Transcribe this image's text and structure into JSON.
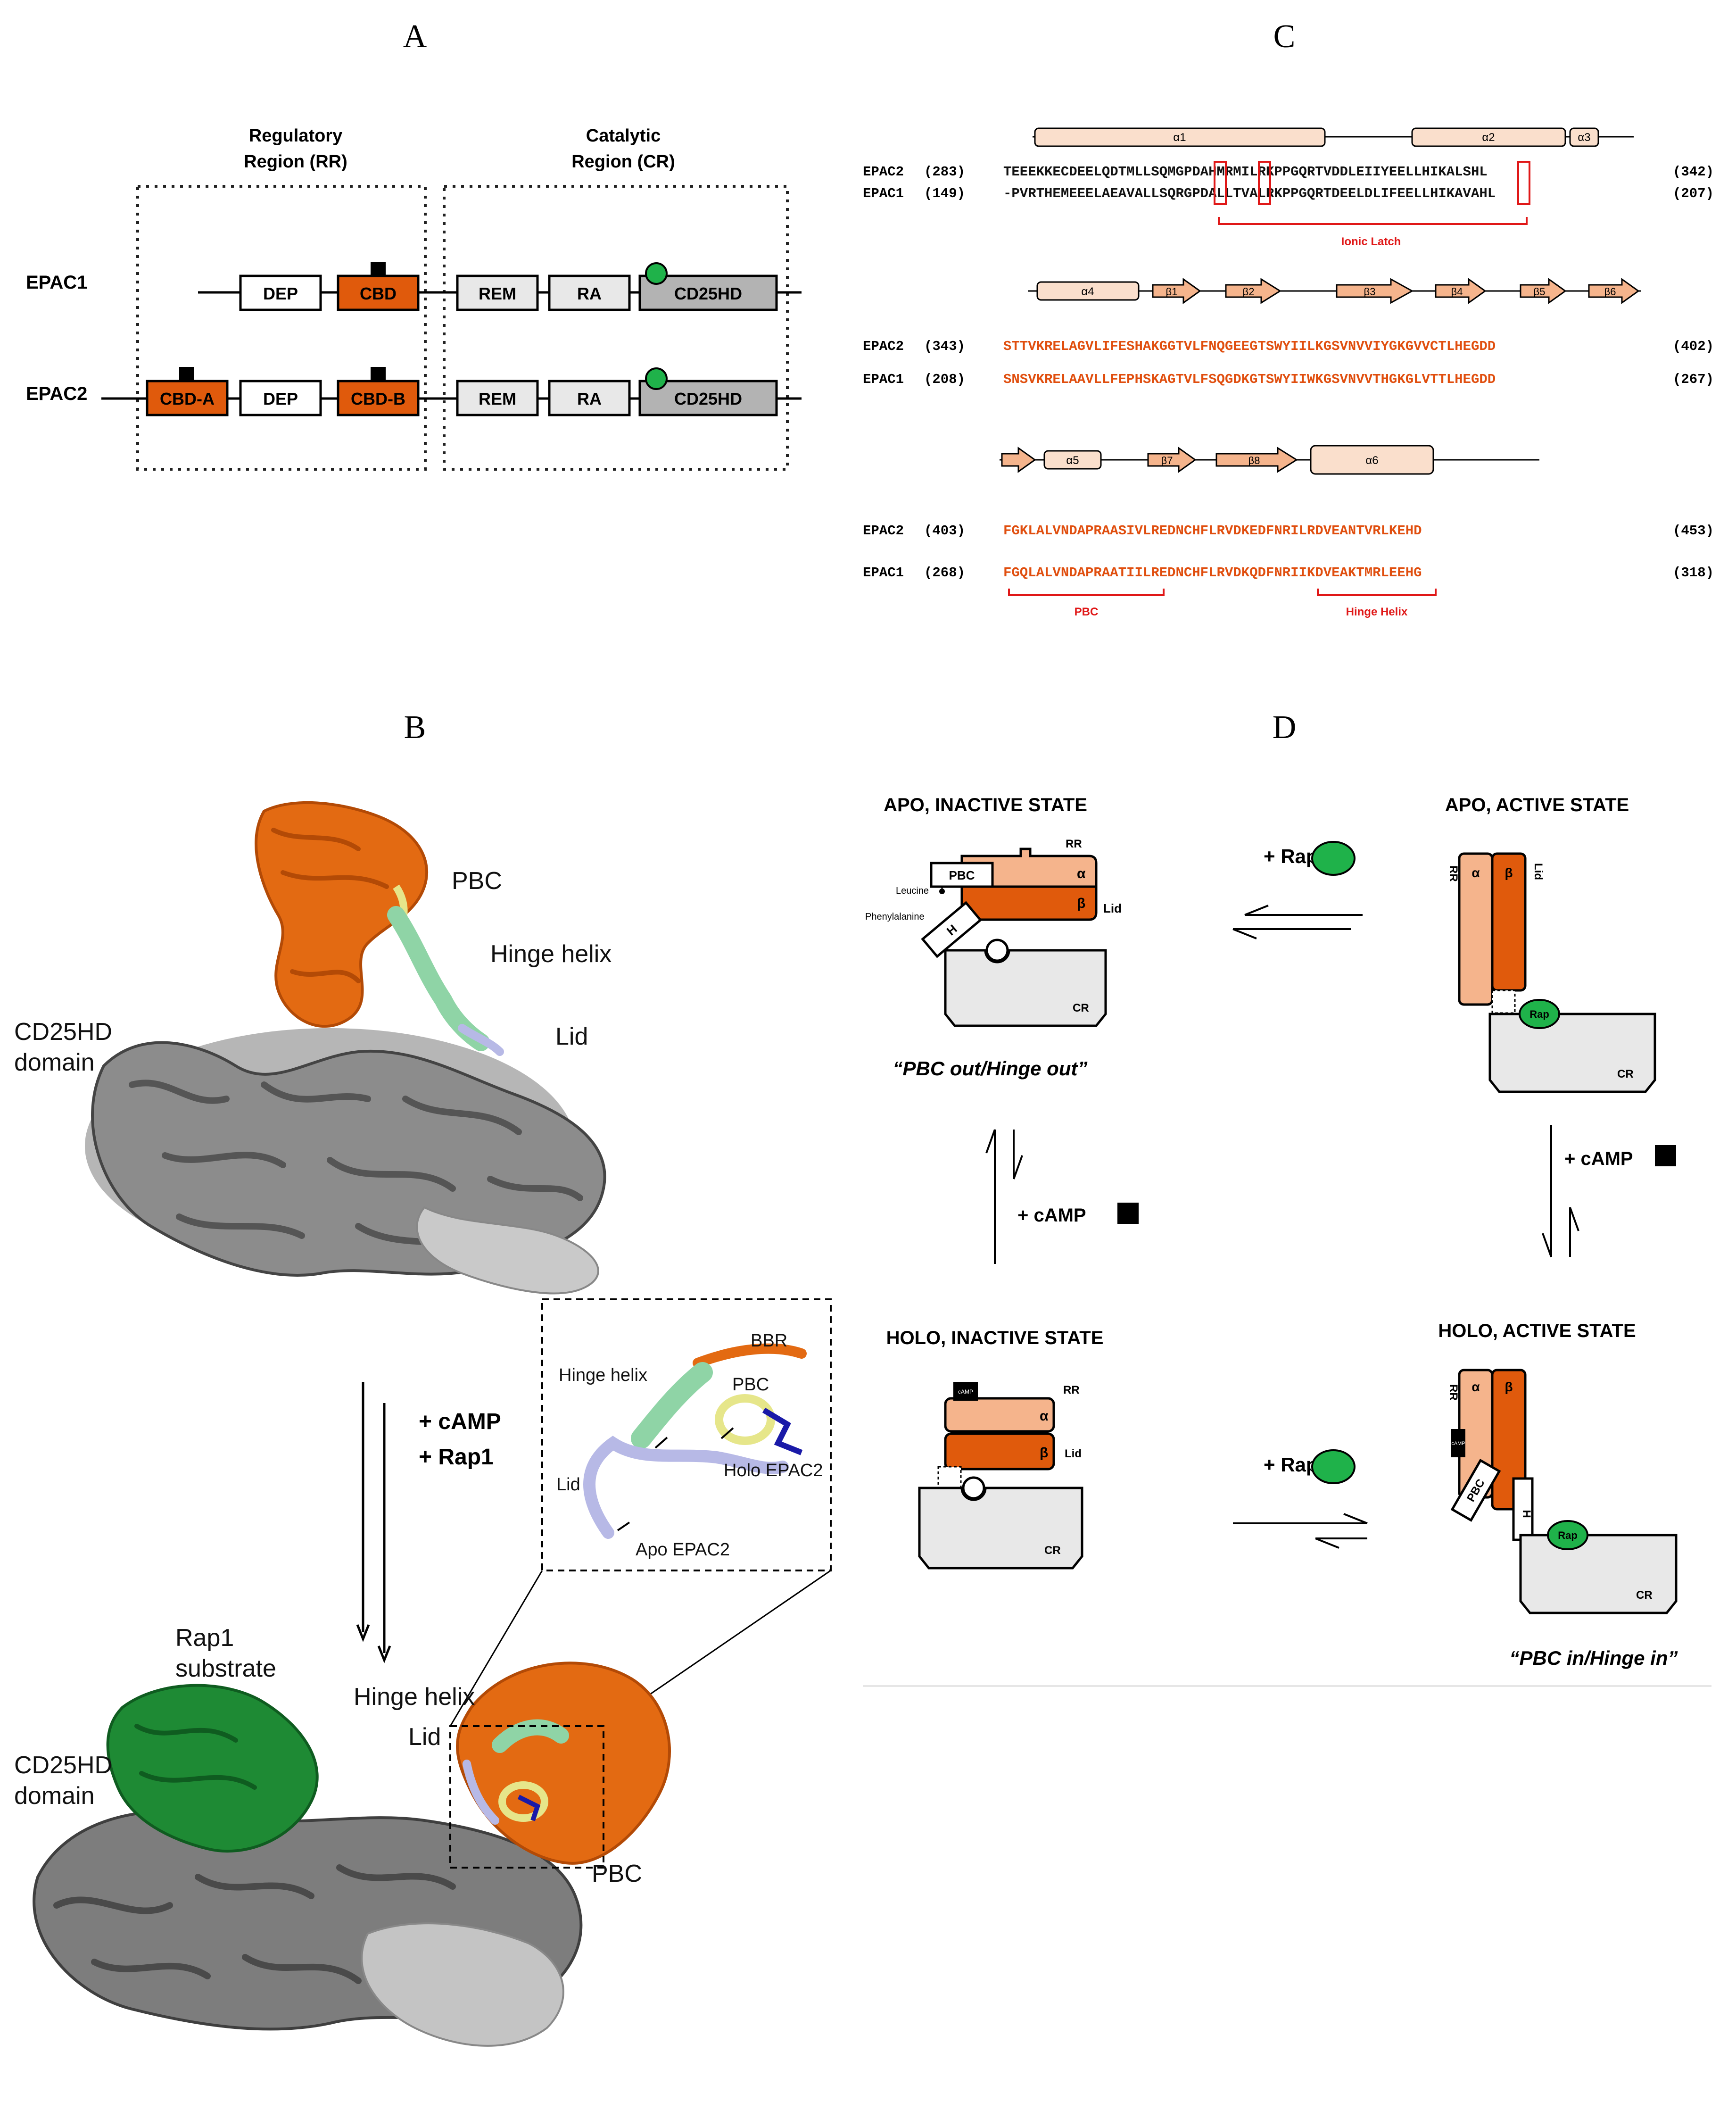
{
  "panels": {
    "A": "A",
    "B": "B",
    "C": "C",
    "D": "D"
  },
  "panel_a": {
    "regulatory_title": [
      "Regulatory",
      "Region (RR)"
    ],
    "catalytic_title": [
      "Catalytic",
      "Region (CR)"
    ],
    "rows": [
      {
        "name": "EPAC1",
        "domains": [
          "DEP",
          "CBD",
          "REM",
          "RA",
          "CD25HD"
        ]
      },
      {
        "name": "EPAC2",
        "domains": [
          "CBD-A",
          "DEP",
          "CBD-B",
          "REM",
          "RA",
          "CD25HD"
        ]
      }
    ]
  },
  "panel_b": {
    "labels": {
      "pbc": "PBC",
      "hinge_helix": "Hinge helix",
      "cd25hd_top": [
        "CD25HD",
        "domain"
      ],
      "lid": "Lid",
      "camp": "+ cAMP",
      "rap1": "+ Rap1",
      "rap1_substrate": [
        "Rap1",
        "substrate"
      ],
      "cd25hd_bottom": [
        "CD25HD",
        "domain"
      ],
      "hinge_helix_bottom": "Hinge helix",
      "lid_bottom": "Lid",
      "pbc_bottom": "PBC"
    },
    "inset": {
      "bbr": "BBR",
      "hinge_helix": "Hinge helix",
      "pbc": "PBC",
      "lid": "Lid",
      "holo": "Holo EPAC2",
      "apo": "Apo EPAC2"
    }
  },
  "panel_c": {
    "blocks": [
      {
        "ss": [
          "α1",
          "α2",
          "α3"
        ],
        "rows": [
          {
            "name": "EPAC2",
            "start": "(283)",
            "seq": "TEEEKKECDEELQDTMLLSQMGPDAHMRMILRKPPGQRTVDDLEIIYEELLHIKALSHL",
            "end": "(342)"
          },
          {
            "name": "EPAC1",
            "start": "(149)",
            "seq": "-PVRTHEMEEELAEAVALLSQRGPDALLTVALRKPPGQRTDEELDLIFEELLHIKAVAHL",
            "end": "(207)"
          }
        ],
        "annotation": "Ionic Latch"
      },
      {
        "ss": [
          "α4",
          "β1",
          "β2",
          "β3",
          "β4",
          "β5",
          "β6"
        ],
        "rows": [
          {
            "name": "EPAC2",
            "start": "(343)",
            "seq": "STTVKRELAGVLIFESHAKGGTVLFNQGEEGTSWYIILKGSVNVVIYGKGVVCTLHEGDD",
            "end": "(402)"
          },
          {
            "name": "EPAC1",
            "start": "(208)",
            "seq": "SNSVKRELAAVLLFEPHSKAGTVLFSQGDKGTSWYIIWKGSVNVVTHGKGLVTTLHEGDD",
            "end": "(267)"
          }
        ]
      },
      {
        "ss": [
          "α5",
          "β7",
          "β8",
          "α6"
        ],
        "rows": [
          {
            "name": "EPAC2",
            "start": "(403)",
            "seq": "FGKLALVNDAPRAASIVLREDNCHFLRVDKEDFNRILRDVEANTVRLKEHD",
            "end": "(453)"
          },
          {
            "name": "EPAC1",
            "start": "(268)",
            "seq": "FGQLALVNDAPRAATIILREDNCHFLRVDKQDFNRIIKDVEAKTMRLEEHG",
            "end": "(318)"
          }
        ],
        "annotations": [
          "PBC",
          "Hinge Helix"
        ]
      }
    ]
  },
  "panel_d": {
    "apo_inactive": {
      "title": "APO, INACTIVE STATE",
      "rr": "RR",
      "alpha": "α",
      "beta": "β",
      "lid": "Lid",
      "pbc": "PBC",
      "h": "H",
      "leucine": "Leucine",
      "phenylalanine": "Phenylalanine",
      "cr": "CR",
      "caption": "“PBC out/Hinge out”"
    },
    "apo_active": {
      "title": "APO, ACTIVE STATE",
      "rr": "RR",
      "alpha": "α",
      "beta": "β",
      "lid": "Lid",
      "rap": "Rap",
      "cr": "CR"
    },
    "holo_inactive": {
      "title": "HOLO, INACTIVE STATE",
      "rr": "RR",
      "alpha": "α",
      "beta": "β",
      "lid": "Lid",
      "camp": "cAMP",
      "cr": "CR"
    },
    "holo_active": {
      "title": "HOLO, ACTIVE STATE",
      "rr": "RR",
      "alpha": "α",
      "beta": "β",
      "pbc": "PBC",
      "h": "H",
      "camp": "cAMP",
      "rap": "Rap",
      "cr": "CR",
      "caption": "“PBC in/Hinge in”"
    },
    "arrows": {
      "rap_top": "+ Rap",
      "camp_left": "+ cAMP",
      "camp_right": "+ cAMP",
      "rap_bottom": "+ Rap"
    }
  },
  "colors": {
    "orange": "#e05a0c",
    "peach": "#f5b48c",
    "light_peach": "#fadfcc",
    "grey": "#b3b3b3",
    "light_grey": "#e8e8e8",
    "green": "#1fb24a",
    "seq_orange": "#e04e0e",
    "red": "#e01818",
    "mint": "#8fd4a6",
    "lavender": "#b7b9e6",
    "yellow": "#e6e68a"
  }
}
